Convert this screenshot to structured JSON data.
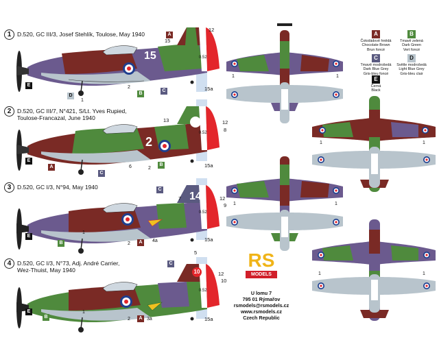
{
  "profiles": [
    {
      "num": "1",
      "caption": [
        "D.520, GC III/3, Josef Stehlík, Toulose, May 1940"
      ],
      "fuselage_code": "15",
      "callouts": [
        "D",
        "1",
        "2",
        "B",
        "C",
        "E",
        "A"
      ],
      "scale_marks": [
        "12",
        "0.52",
        "15a"
      ]
    },
    {
      "num": "2",
      "caption": [
        "D.520, GC III/7, N°421, S/Lt. Yves Rupied,",
        "Toulose-Francazal, June 1940"
      ],
      "fuselage_code": "2",
      "callouts": [
        "13",
        "12",
        "8",
        "E",
        "A",
        "C",
        "6",
        "2",
        "B",
        "15a"
      ],
      "scale_marks": [
        "0.52"
      ]
    },
    {
      "num": "3",
      "caption": [
        "D.520, GC I/3, N°94, May 1940"
      ],
      "fuselage_code": "14",
      "callouts": [
        "C",
        "7",
        "12",
        "9",
        "E",
        "B",
        "1",
        "2",
        "A",
        "4a",
        "15a"
      ],
      "scale_marks": [
        "0.52"
      ]
    },
    {
      "num": "4",
      "caption": [
        "D.520, GC I/3, N°73, Adj. André Carrier,",
        "Wez-Thuist, May 1940"
      ],
      "fuselage_code": "10",
      "callouts": [
        "5",
        "C",
        "12",
        "10",
        "E",
        "B",
        "1",
        "2",
        "A",
        "3a",
        "15a"
      ],
      "scale_marks": [
        "0.52"
      ]
    }
  ],
  "plan_callouts": [
    "1",
    "1",
    "1",
    "1",
    "1",
    "1",
    "1",
    "1"
  ],
  "legend": [
    {
      "key": "A",
      "color": "#7a2a25",
      "lines": [
        "Čokoládově hnědá",
        "Chocolate Brown",
        "Brun foncé"
      ]
    },
    {
      "key": "B",
      "color": "#4f8a3d",
      "lines": [
        "Tmavě zelená",
        "Dark Green",
        "Vert foncé"
      ]
    },
    {
      "key": "C",
      "color": "#5a5a80",
      "lines": [
        "Tmavě modrošedá",
        "Dark Blue Grey",
        "Gris-bleu foncé"
      ]
    },
    {
      "key": "D",
      "color": "#b8c4cc",
      "lines": [
        "Světle modrošedá",
        "Light Blue Grey",
        "Gris-bleu clair"
      ]
    },
    {
      "key": "E",
      "color": "#111111",
      "lines": [
        "Černá",
        "Black"
      ]
    }
  ],
  "logo": {
    "big": "RS",
    "small": "MODELS"
  },
  "address": [
    "U lomu 7",
    "795 01 Rýmařov",
    "rsmodels@rsmodels.cz",
    "www.rsmodels.cz",
    "Czech Republic"
  ],
  "colors": {
    "brown": "#7a2a25",
    "green": "#4f8a3d",
    "purple": "#6b5a8e",
    "grey": "#b8c4cc",
    "red": "#e3262b",
    "blue": "#1f3f8f",
    "black": "#111111"
  }
}
